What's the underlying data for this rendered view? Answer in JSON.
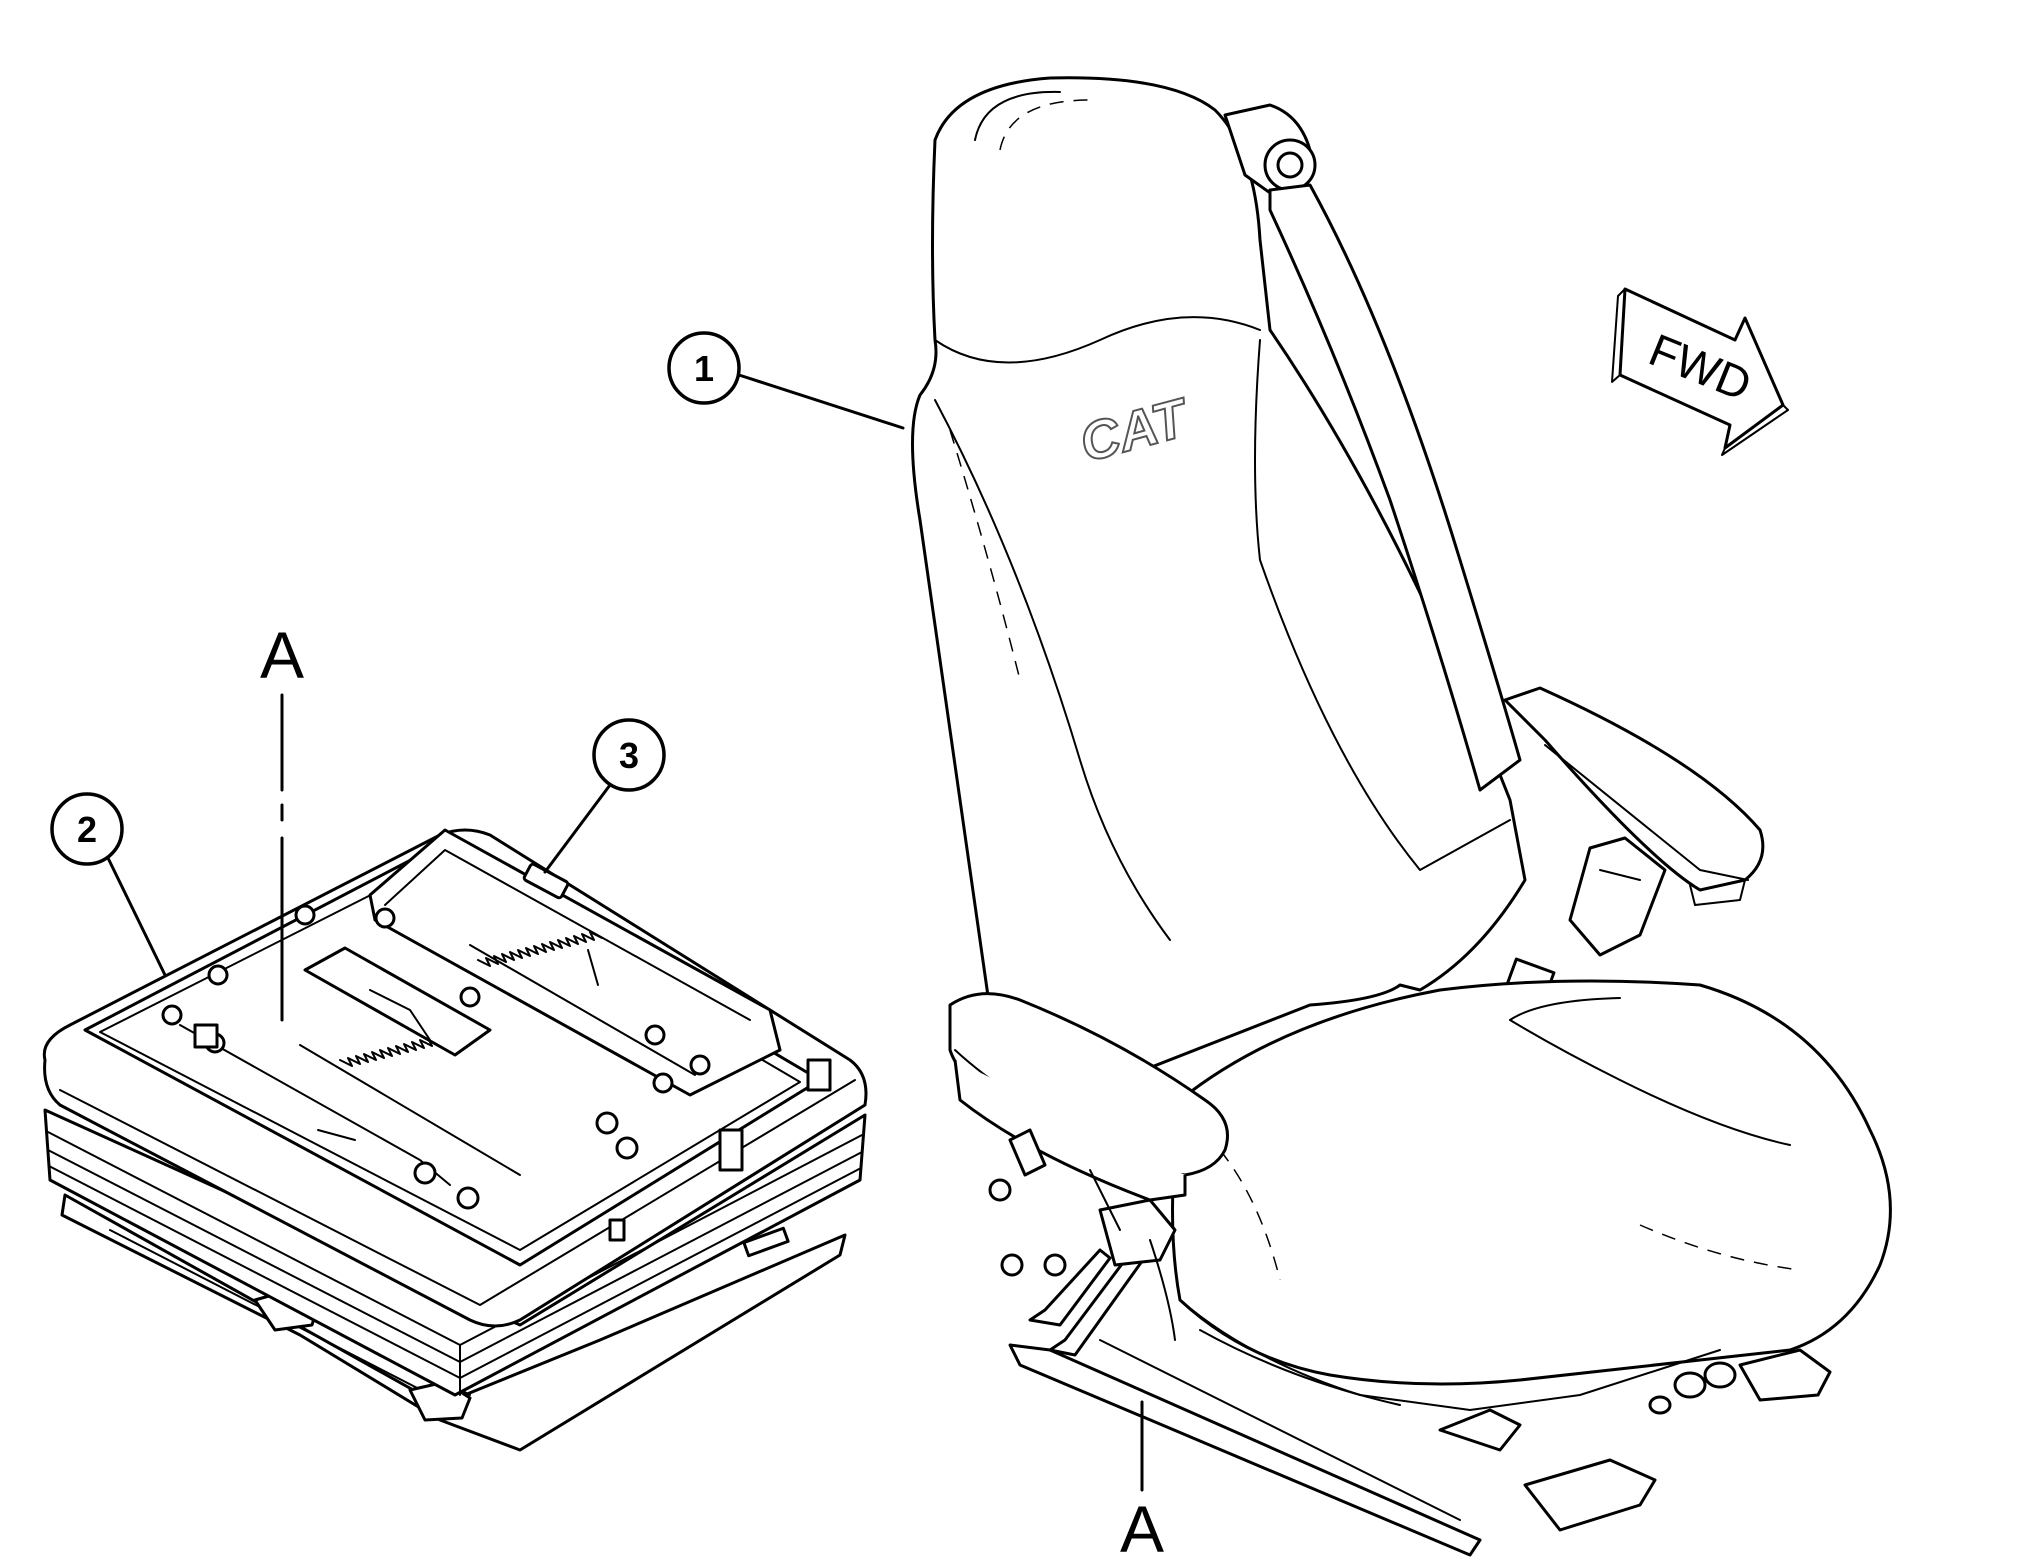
{
  "callouts": [
    {
      "id": "1",
      "label": "1"
    },
    {
      "id": "2",
      "label": "2"
    },
    {
      "id": "3",
      "label": "3"
    }
  ],
  "section_marks": {
    "top": "A",
    "bottom": "A"
  },
  "direction_arrow": {
    "label": "FWD"
  },
  "seat_logo": {
    "text": "CAT"
  },
  "colors": {
    "line": "#000000",
    "background": "#ffffff"
  }
}
